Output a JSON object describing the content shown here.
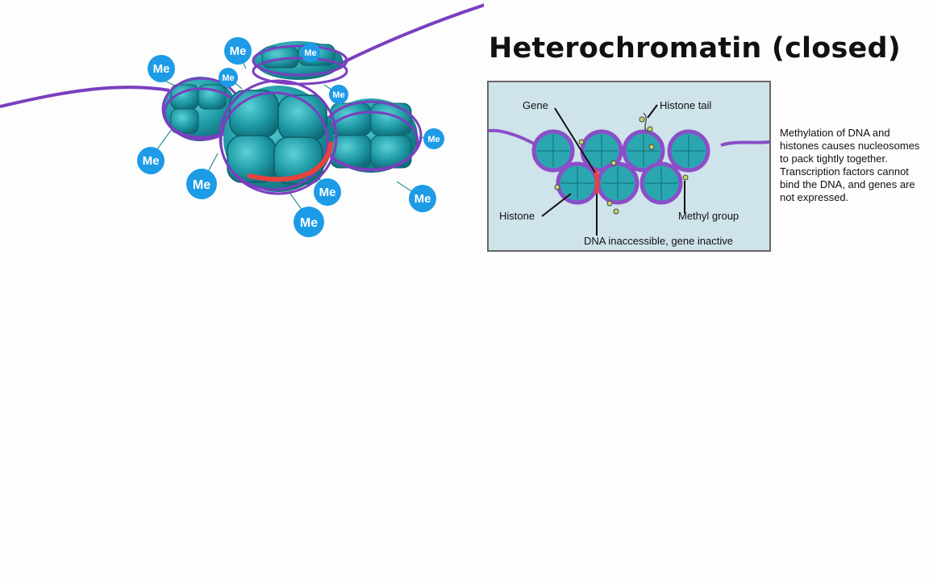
{
  "title": "Heterochromatin (closed)",
  "illustration": {
    "methyl_tag": "Me"
  },
  "panel": {
    "labels": {
      "gene": "Gene",
      "histone_tail": "Histone tail",
      "histone": "Histone",
      "methyl_group": "Methyl group",
      "dna_state": "DNA inaccessible, gene inactive"
    }
  },
  "description": "Methylation of DNA and\nhistones causes nucleosomes\nto pack tightly together.\nTranscription factors cannot\nbind the DNA, and genes are\nnot expressed.",
  "colors": {
    "dna": "#7a3fbf",
    "histone": "#2aa6b0",
    "methyl_badge": "#1d9be6",
    "gene": "#e8423c",
    "panel_bg": "#cfe3ea"
  }
}
